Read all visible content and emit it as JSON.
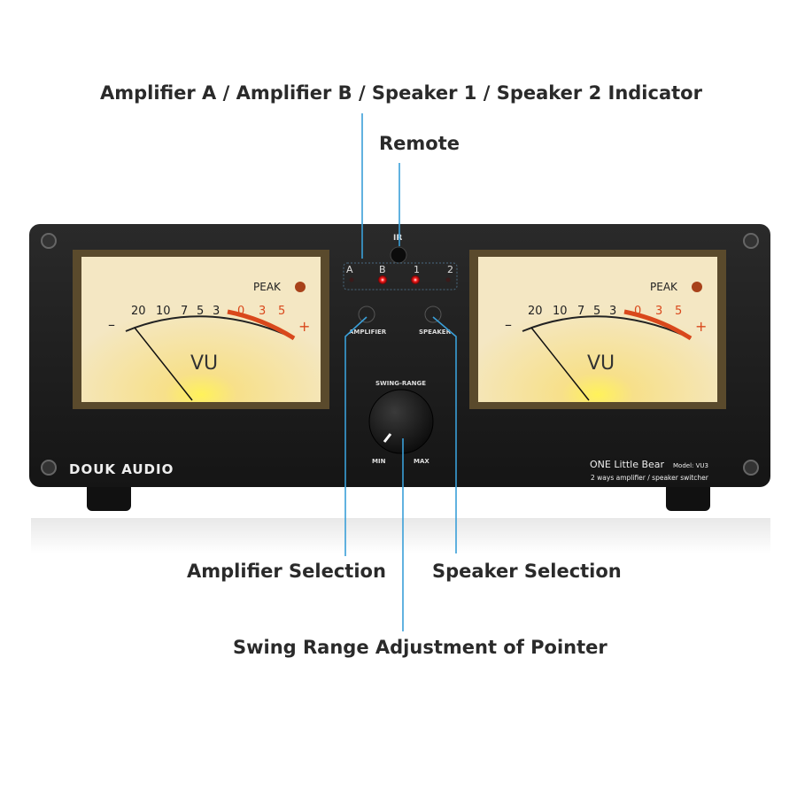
{
  "callouts": {
    "indicator": "Amplifier A / Amplifier B / Speaker 1 / Speaker 2 Indicator",
    "remote": "Remote",
    "amplifier_selection": "Amplifier Selection",
    "speaker_selection": "Speaker Selection",
    "swing_range": "Swing Range Adjustment of Pointer"
  },
  "device": {
    "brand": "DOUK AUDIO",
    "product_name": "ONE Little Bear",
    "model": "Model: VU3",
    "tagline": "2 ways amplifier / speaker switcher",
    "ir_label": "IR",
    "indicators": [
      {
        "label": "A",
        "on": false
      },
      {
        "label": "B",
        "on": true
      },
      {
        "label": "1",
        "on": true
      },
      {
        "label": "2",
        "on": false
      }
    ],
    "amplifier_button": "AMPLIFIER",
    "speaker_button": "SPEAKER",
    "knob_title": "SWING-RANGE",
    "knob_min": "MIN",
    "knob_max": "MAX"
  },
  "meter": {
    "minus": "–",
    "plus": "+",
    "black_ticks": [
      "20",
      "10",
      "7",
      "5",
      "3"
    ],
    "red_ticks": [
      "0",
      "3",
      "5"
    ],
    "peak": "PEAK",
    "vu": "VU"
  },
  "colors": {
    "accent_line": "#3a9fd8",
    "led_on": "#ff2020",
    "scale_red": "#d9481c"
  }
}
